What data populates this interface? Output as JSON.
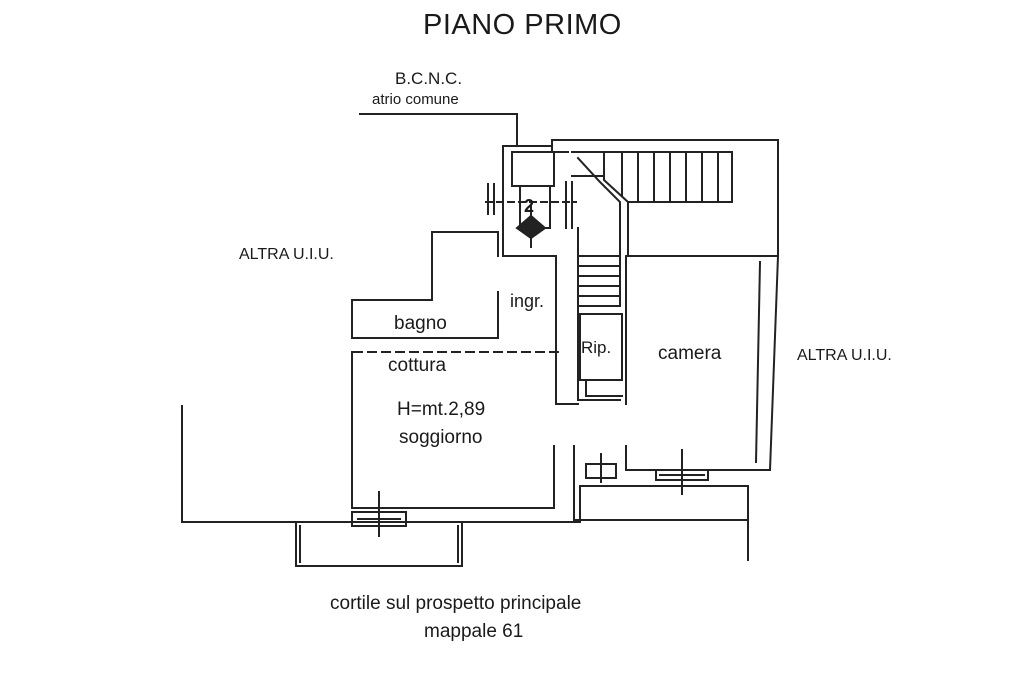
{
  "title": "PIANO PRIMO",
  "common_area": {
    "code": "B.C.N.C.",
    "description": "atrio comune"
  },
  "neighbors": {
    "left": "ALTRA U.I.U.",
    "right": "ALTRA U.I.U."
  },
  "rooms": {
    "entrance": "ingr.",
    "bathroom": "bagno",
    "storage": "Rip.",
    "bedroom": "camera",
    "kitchen": "cottura",
    "height": "H=mt.2,89",
    "living": "soggiorno"
  },
  "stair_marker": "2",
  "footer": {
    "line1": "cortile sul prospetto principale",
    "line2": "mappale 61"
  }
}
